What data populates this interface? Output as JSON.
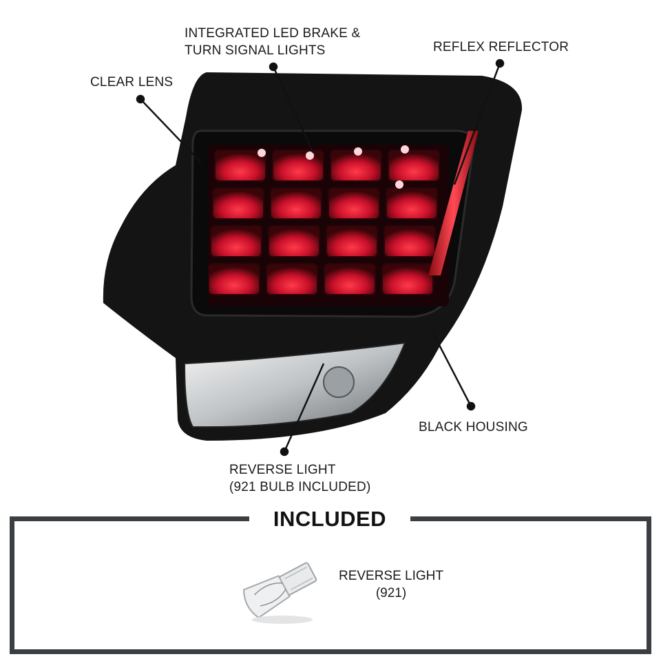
{
  "callouts": {
    "integrated_led": {
      "line1": "INTEGRATED LED BRAKE &",
      "line2": "TURN SIGNAL LIGHTS"
    },
    "reflex_reflector": "REFLEX REFLECTOR",
    "clear_lens": "CLEAR LENS",
    "black_housing": "BLACK HOUSING",
    "reverse_light": {
      "line1": "REVERSE LIGHT",
      "line2": "(921 BULB INCLUDED)"
    }
  },
  "included": {
    "title": "INCLUDED",
    "item": {
      "line1": "REVERSE LIGHT",
      "line2": "(921)"
    }
  },
  "colors": {
    "housing": "#141414",
    "led_red": "#d3142a",
    "reflector_red": "#e0323e",
    "frame": "#3c3f41"
  }
}
